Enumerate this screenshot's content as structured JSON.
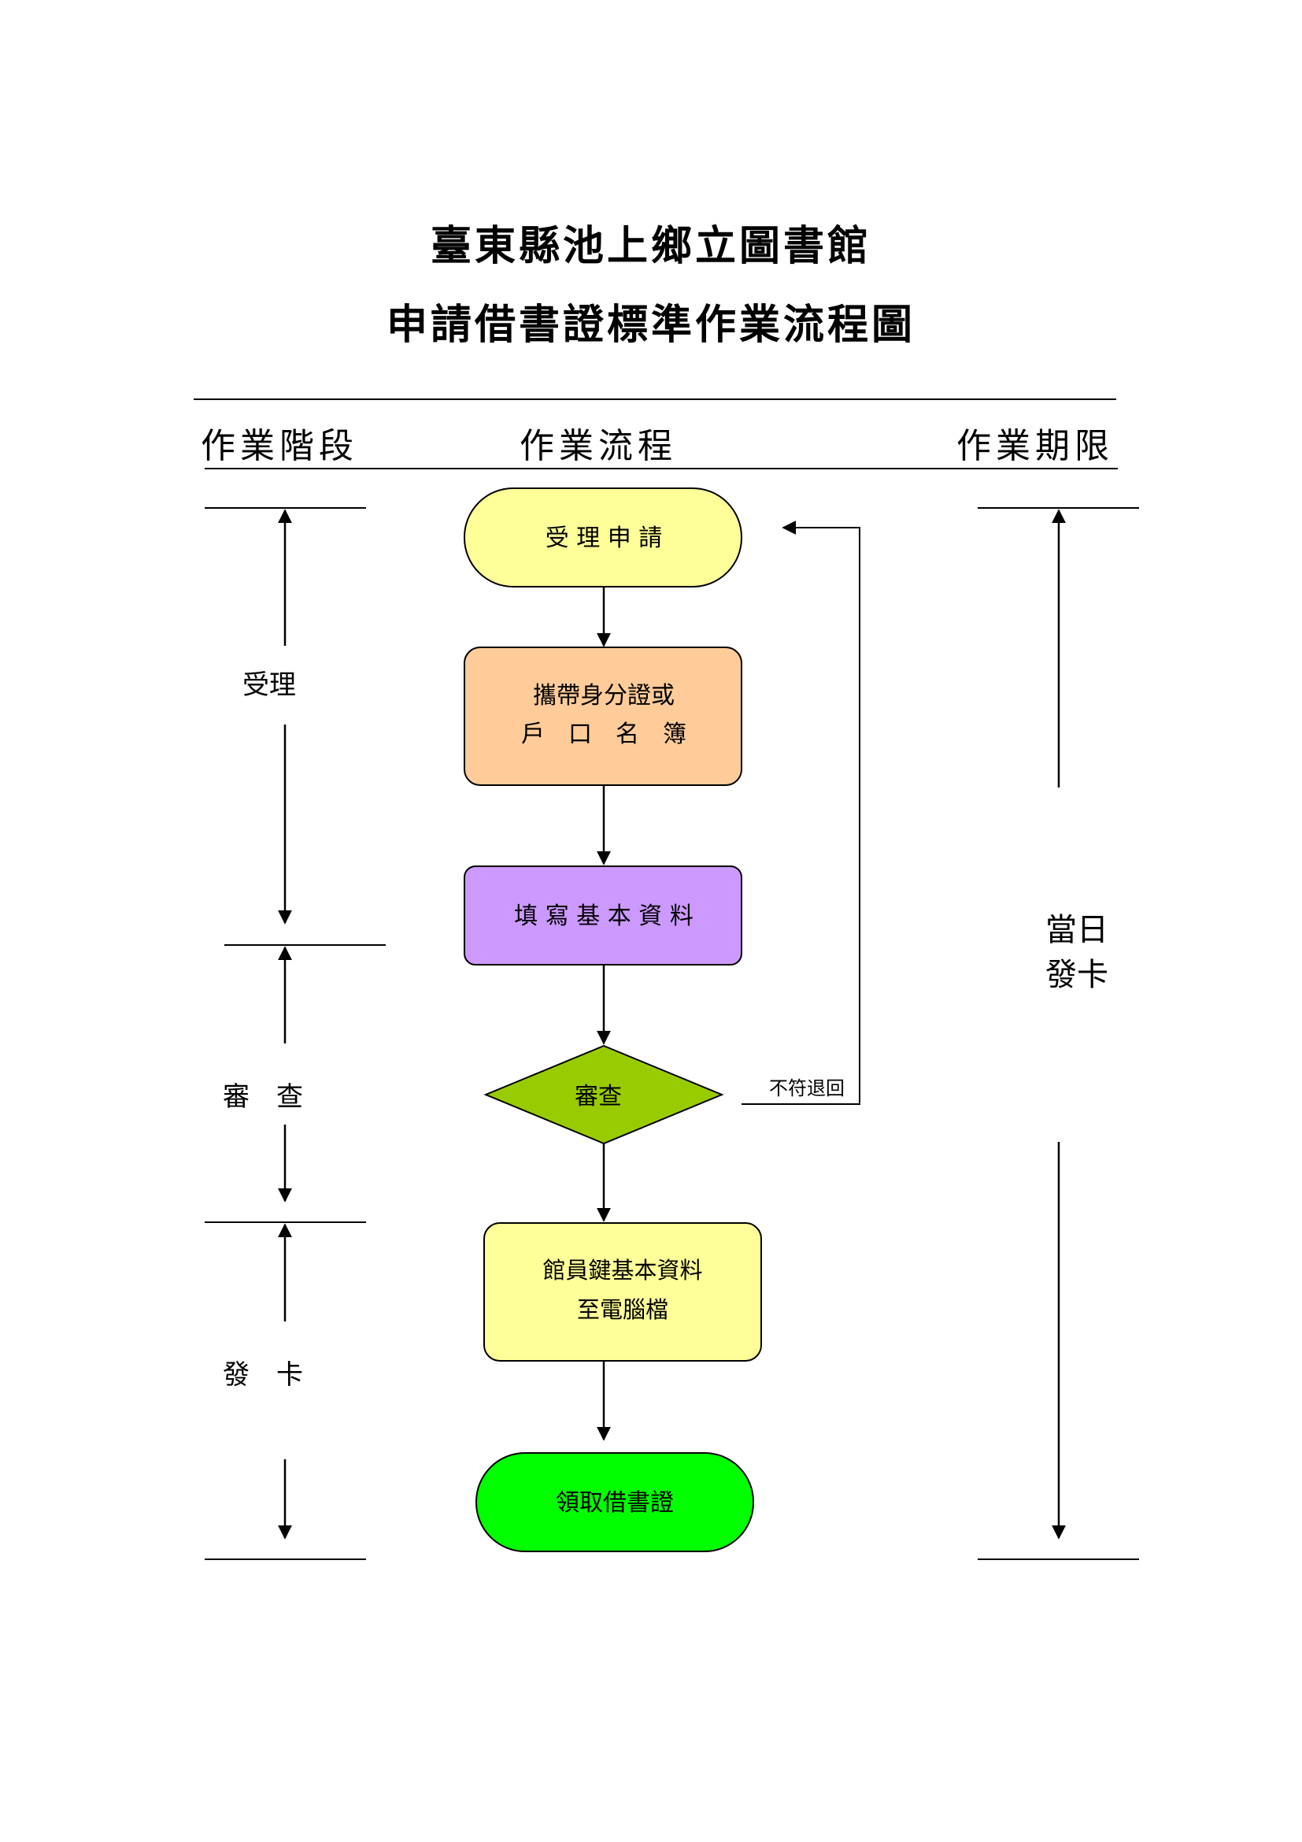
{
  "title": {
    "line1": "臺東縣池上鄉立圖書館",
    "line2": "申請借書證標準作業流程圖"
  },
  "columns": {
    "stage": "作業階段",
    "process": "作業流程",
    "deadline": "作業期限"
  },
  "stages": {
    "accept": "受理",
    "review": "審　查",
    "issue": "發　卡"
  },
  "deadline": {
    "line1": "當日",
    "line2": "發卡"
  },
  "flow": {
    "step1": "受 理 申 請",
    "step2_line1": "攜帶身分證或",
    "step2_line2": "戶　口　名　簿",
    "step3": "填 寫 基 本 資 料",
    "decision": "審查",
    "reject": "不符退回",
    "step4_line1": "館員鍵基本資料",
    "step4_line2": "至電腦檔",
    "step5": "領取借書證"
  },
  "colors": {
    "step1_fill": "#FFFF99",
    "step2_fill": "#FFCC99",
    "step3_fill": "#CC99FF",
    "decision_fill": "#99CC00",
    "step4_fill": "#FFFF99",
    "step5_fill": "#00FF00"
  }
}
